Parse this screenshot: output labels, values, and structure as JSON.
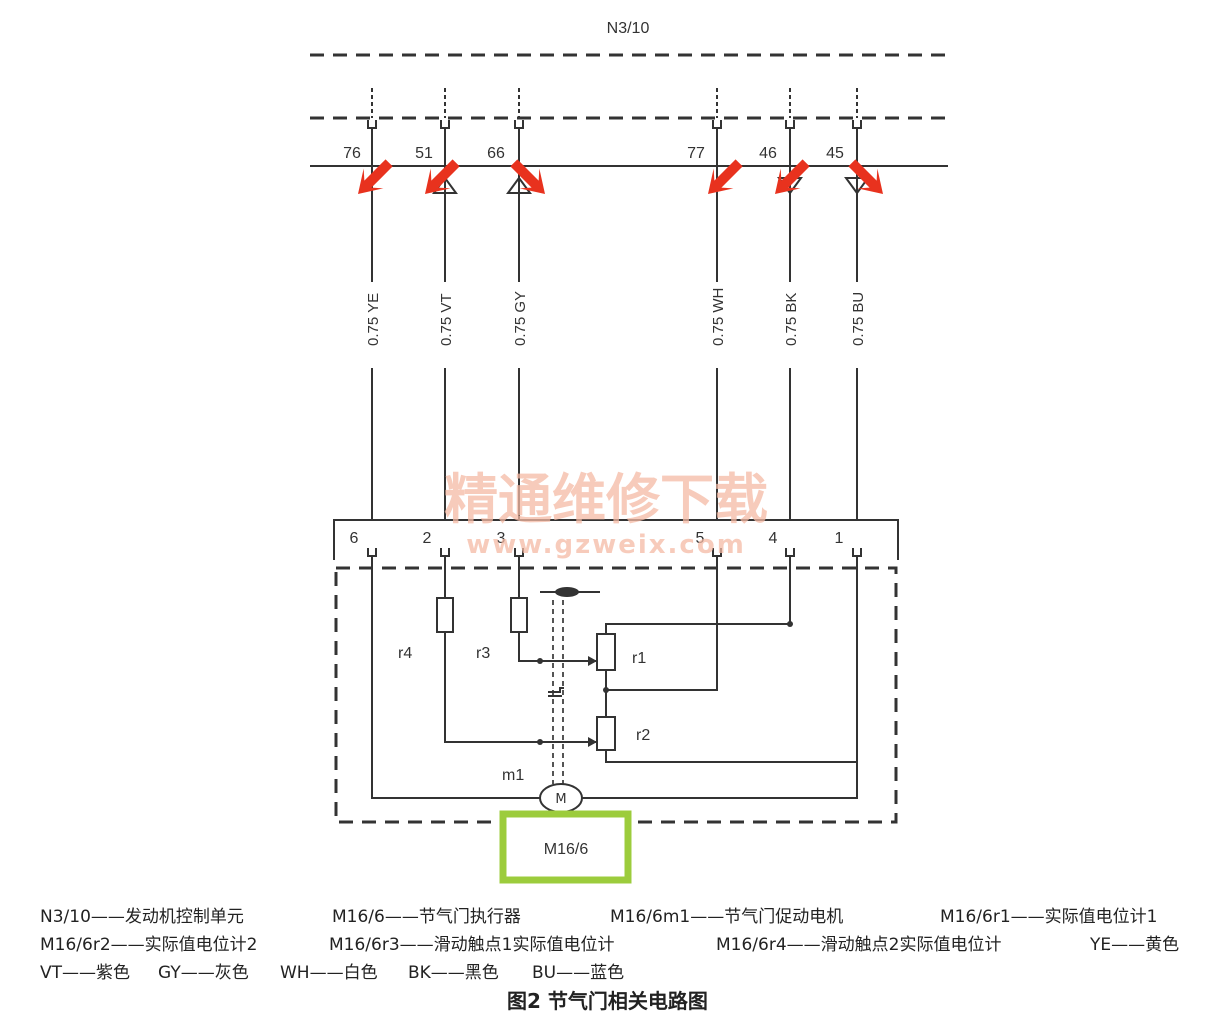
{
  "ecu_label": "N3/10",
  "actuator_label": "M16/6",
  "ecu_pins": [
    "76",
    "51",
    "66",
    "77",
    "46",
    "45"
  ],
  "wires": [
    "0.75 YE",
    "0.75 VT",
    "0.75 GY",
    "0.75 WH",
    "0.75 BK",
    "0.75 BU"
  ],
  "actuator_pins": [
    "6",
    "2",
    "3",
    "5",
    "4",
    "1"
  ],
  "components": {
    "r1": "r1",
    "r2": "r2",
    "r3": "r3",
    "r4": "r4",
    "m1": "m1"
  },
  "watermark": {
    "cn": "精通维修下载",
    "url": "www.gzweix.com"
  },
  "legend": {
    "rows": [
      [
        "N3/10——发动机控制单元",
        "M16/6——节气门执行器",
        "M16/6m1——节气门促动电机",
        "M16/6r1——实际值电位计1"
      ],
      [
        "M16/6r2——实际值电位计2",
        "M16/6r3——滑动触点1实际值电位计",
        "M16/6r4——滑动触点2实际值电位计",
        "YE——黄色"
      ],
      [
        "VT——紫色",
        "GY——灰色",
        "WH——白色",
        "BK——黑色",
        "BU——蓝色"
      ]
    ]
  },
  "caption": "图2 节气门相关电路图",
  "colors": {
    "arrow": "#e8321e",
    "highlight": "#9ccc3c",
    "watermark": "#f4b9a4",
    "line": "#333333"
  }
}
